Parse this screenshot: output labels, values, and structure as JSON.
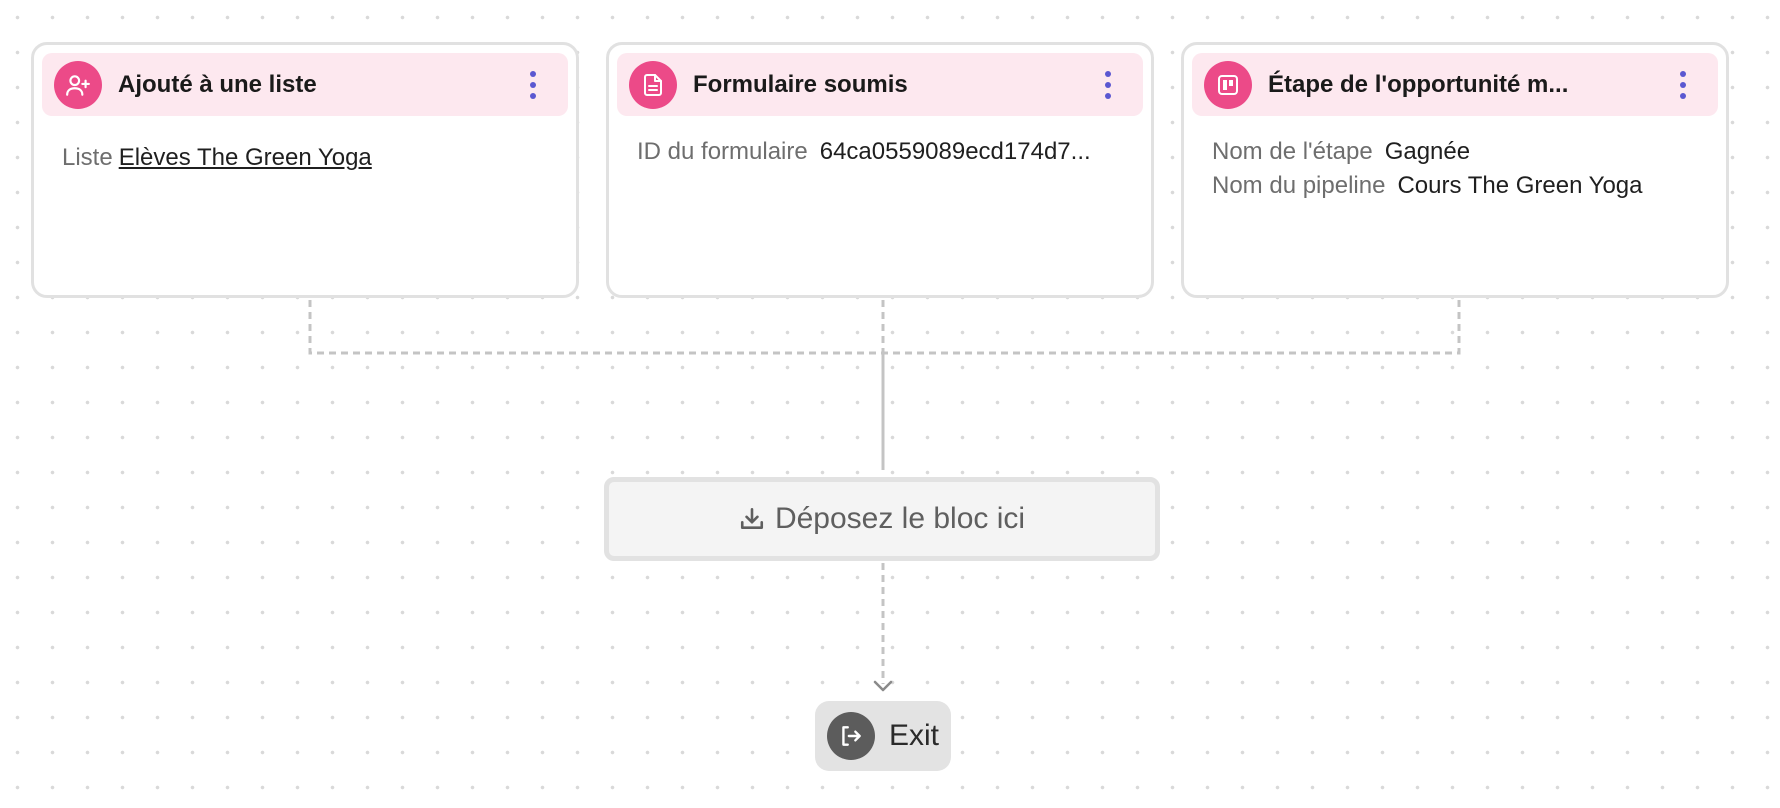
{
  "triggers": [
    {
      "title": "Ajouté à une liste",
      "icon": "user-plus-icon",
      "fields": [
        {
          "label": "Liste",
          "value": "Elèves The Green Yoga",
          "link": true
        }
      ]
    },
    {
      "title": "Formulaire soumis",
      "icon": "document-icon",
      "fields": [
        {
          "label": "ID du formulaire",
          "value": "64ca0559089ecd174d7...",
          "link": false
        }
      ]
    },
    {
      "title": "Étape de l'opportunité m...",
      "icon": "kanban-board-icon",
      "fields": [
        {
          "label": "Nom de l'étape",
          "value": "Gagnée",
          "link": false
        },
        {
          "label": "Nom du pipeline",
          "value": "Cours The Green Yoga",
          "link": false
        }
      ]
    }
  ],
  "drop_zone": {
    "label": "Déposez le bloc ici",
    "icon": "download-icon"
  },
  "exit": {
    "label": "Exit",
    "icon": "exit-icon"
  },
  "colors": {
    "accent": "#ec4a88",
    "header_bg": "#fde8ef",
    "kebab": "#5b57d1",
    "connector": "#c2c2c2"
  }
}
